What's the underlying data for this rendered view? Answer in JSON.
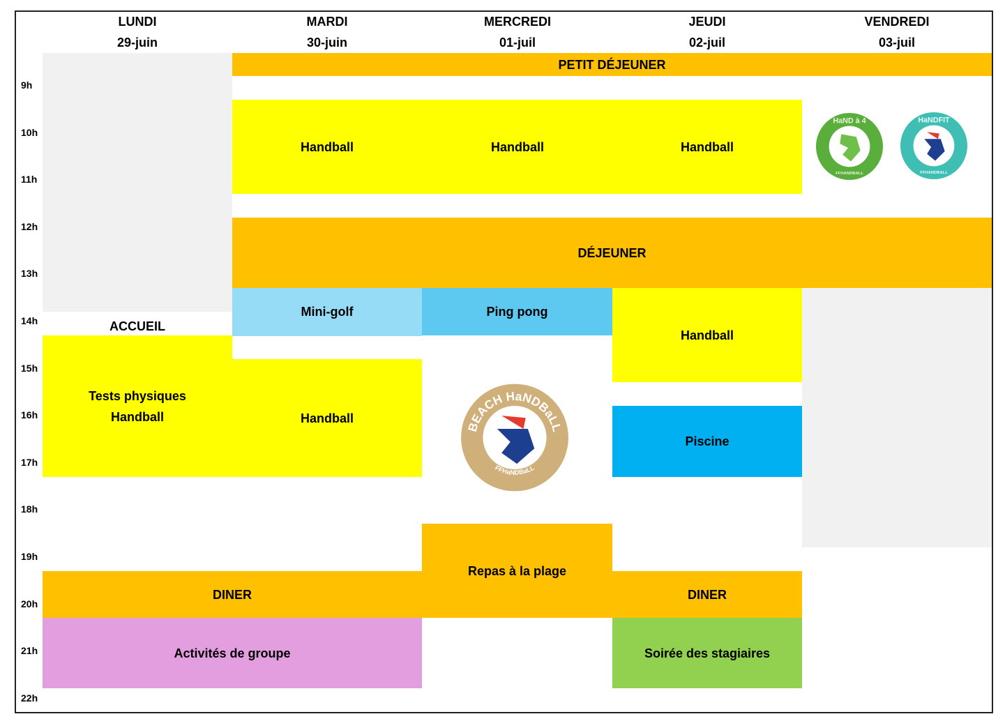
{
  "days": [
    {
      "name": "LUNDI",
      "date": "29-juin"
    },
    {
      "name": "MARDI",
      "date": "30-juin"
    },
    {
      "name": "MERCREDI",
      "date": "01-juil"
    },
    {
      "name": "JEUDI",
      "date": "02-juil"
    },
    {
      "name": "VENDREDI",
      "date": "03-juil"
    }
  ],
  "hours": [
    "9h",
    "10h",
    "11h",
    "12h",
    "13h",
    "14h",
    "15h",
    "16h",
    "17h",
    "18h",
    "19h",
    "20h",
    "21h",
    "22h"
  ],
  "events": {
    "petit_dejeuner": "PETIT DÉJEUNER",
    "handball": "Handball",
    "dejeuner": "DÉJEUNER",
    "accueil": "ACCUEIL",
    "mini_golf": "Mini-golf",
    "ping_pong": "Ping pong",
    "tests_line1": "Tests physiques",
    "tests_line2": "Handball",
    "piscine": "Piscine",
    "repas_plage": "Repas à la plage",
    "diner": "DINER",
    "activites": "Activités de groupe",
    "soiree": "Soirée des stagiaires"
  },
  "logos": {
    "hand4": "HaND à 4 · FFHANDBALL",
    "handfit": "HaNDFIT · FFHANDBALL",
    "beach": "BEACH HANDBALL · FFHANDBALL"
  },
  "colors": {
    "meal": "#ffc000",
    "handball": "#ffff00",
    "free": "#f1f1f1",
    "piscine": "#00b0f0",
    "activites": "#e29edf",
    "soiree": "#92d050"
  }
}
